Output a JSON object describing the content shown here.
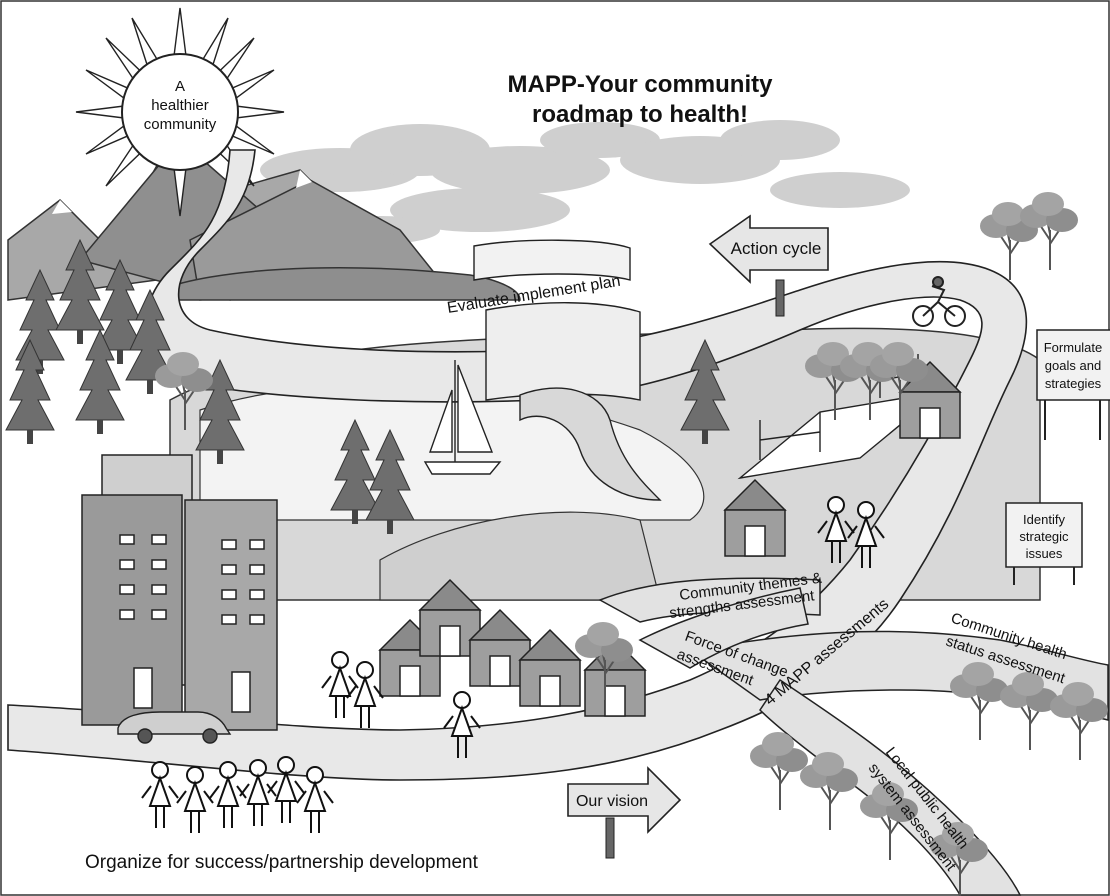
{
  "title": {
    "line1": "MAPP-Your community",
    "line2": "roadmap to health!"
  },
  "sun": {
    "line1": "A",
    "line2": "healthier",
    "line3": "community"
  },
  "action_cycle": "Action cycle",
  "our_vision": "Our vision",
  "evaluate": "Evaluate implement plan",
  "four_assessments": "4 MAPP assessments",
  "community_themes": {
    "line1": "Community themes &",
    "line2": "strengths assessment"
  },
  "force_of_change": {
    "line1": "Force of change",
    "line2": "assessment"
  },
  "community_health": {
    "line1": "Community health",
    "line2": "status assessment"
  },
  "local_public_health": {
    "line1": "Local public health",
    "line2": "system assessment"
  },
  "formulate": {
    "line1": "Formulate",
    "line2": "goals and",
    "line3": "strategies"
  },
  "identify": {
    "line1": "Identify",
    "line2": "strategic",
    "line3": "issues"
  },
  "organize": "Organize for success/partnership development",
  "colors": {
    "road": "#e6e6e6",
    "mountain": "#9a9a9a",
    "tree": "#6e6e6e",
    "hill": "#d6d6d6",
    "ink": "#111111"
  }
}
